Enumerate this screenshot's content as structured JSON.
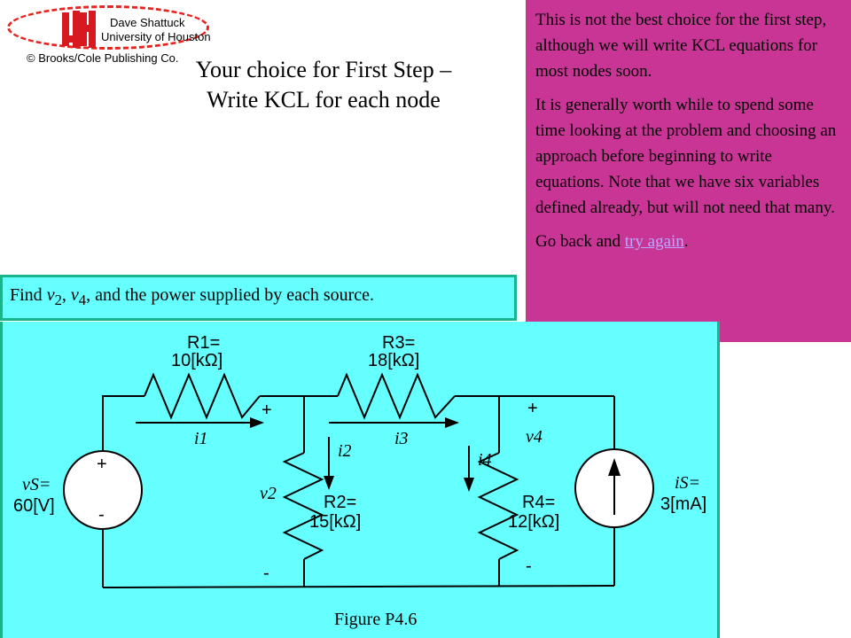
{
  "logo": {
    "line1": "Dave Shattuck",
    "line2": "University of Houston",
    "copyright": "© Brooks/Cole Publishing Co.",
    "accent": "#e8231e"
  },
  "title": {
    "line1": "Your choice for First Step –",
    "line2": "Write KCL for each node"
  },
  "popup": {
    "p1": "This is not the best choice for the first step, although we will write KCL equations for most nodes soon.",
    "p2": "It is generally worth while to spend some time looking at the problem and choosing an approach before beginning to write equations.  Note that we have six variables defined already, but will not need that many.",
    "p3_prefix": "Go back and ",
    "p3_link": "try again",
    "p3_suffix": ".",
    "bg": "#c83594"
  },
  "problem": {
    "find": "Find ",
    "v2": "v",
    "v2_sub": "2",
    "sep1": ", ",
    "v4": "v",
    "v4_sub": "4",
    "rest": ", and the power supplied by each source."
  },
  "circuit": {
    "r1_name": "R1=",
    "r1_value": "10[kΩ]",
    "r3_name": "R3=",
    "r3_value": "18[kΩ]",
    "r2_name": "R2=",
    "r2_value": "15[kΩ]",
    "r4_name": "R4=",
    "r4_value": "12[kΩ]",
    "vs_name": "vS=",
    "vs_value": "60[V]",
    "is_name": "iS=",
    "is_value": "3[mA]",
    "i1": "i1",
    "i2": "i2",
    "i3": "i3",
    "i4": "i4",
    "v2": "v2",
    "v4": "v4",
    "plus": "+",
    "minus": "-",
    "caption": "Figure P4.6",
    "bg": "#66ffff"
  }
}
